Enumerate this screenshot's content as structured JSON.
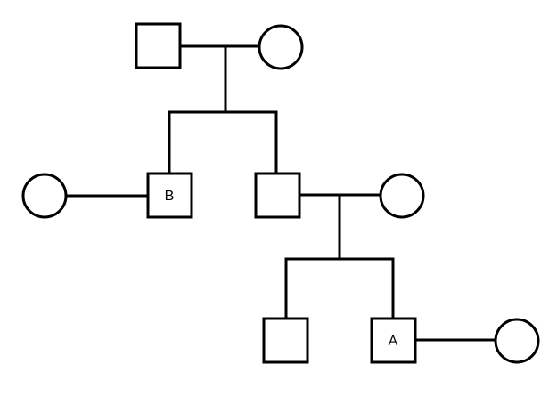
{
  "individuals": [
    {
      "id": "gen1-male",
      "sex": "male",
      "label": ""
    },
    {
      "id": "gen1-female",
      "sex": "female",
      "label": ""
    },
    {
      "id": "spouse-of-b",
      "sex": "female",
      "label": ""
    },
    {
      "id": "b",
      "sex": "male",
      "label": "B"
    },
    {
      "id": "gen2-male",
      "sex": "male",
      "label": ""
    },
    {
      "id": "spouse-of-gen2-male",
      "sex": "female",
      "label": ""
    },
    {
      "id": "gen3-male",
      "sex": "male",
      "label": ""
    },
    {
      "id": "a",
      "sex": "male",
      "label": "A"
    },
    {
      "id": "spouse-of-a",
      "sex": "female",
      "label": ""
    }
  ],
  "relationships": [
    {
      "type": "marriage",
      "partners": [
        "gen1-male",
        "gen1-female"
      ],
      "children": [
        "b",
        "gen2-male"
      ]
    },
    {
      "type": "marriage",
      "partners": [
        "spouse-of-b",
        "b"
      ],
      "children": []
    },
    {
      "type": "marriage",
      "partners": [
        "gen2-male",
        "spouse-of-gen2-male"
      ],
      "children": [
        "gen3-male",
        "a"
      ]
    },
    {
      "type": "marriage",
      "partners": [
        "a",
        "spouse-of-a"
      ],
      "children": []
    }
  ]
}
